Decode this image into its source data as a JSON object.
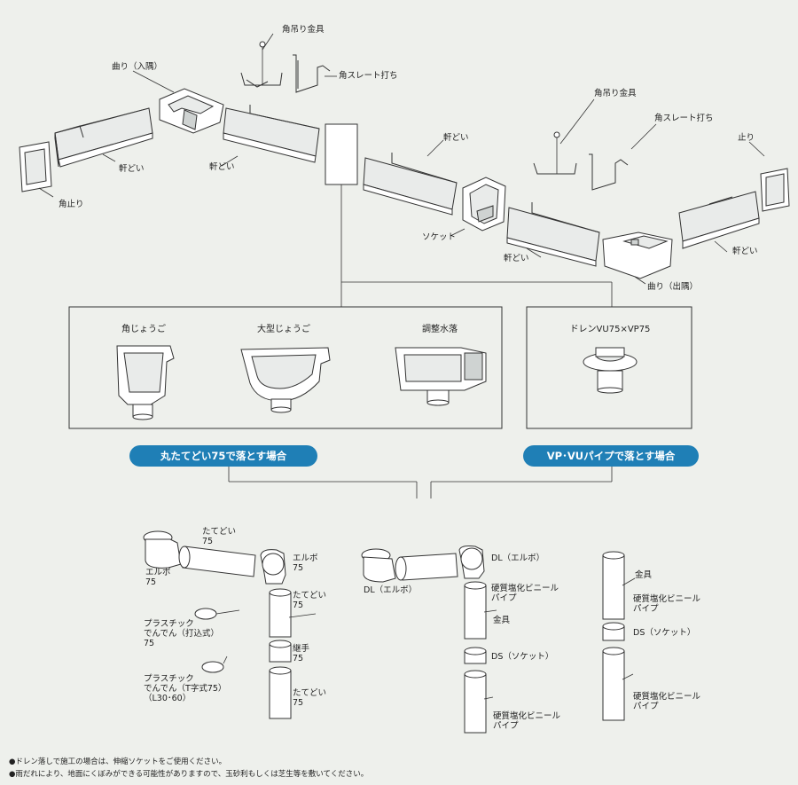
{
  "labels": {
    "kaku_tsuri_1": "角吊り金具",
    "magari_iri": "曲り（入隅）",
    "kaku_slate_1": "角スレート打ち",
    "noki_1": "軒どい",
    "noki_2": "軒どい",
    "kaku_tome": "角止り",
    "noki_3": "軒どい",
    "socket": "ソケット",
    "kaku_tsuri_2": "角吊り金具",
    "kaku_slate_2": "角スレート打ち",
    "tome": "止り",
    "noki_4": "軒どい",
    "noki_5": "軒どい",
    "magari_de": "曲り（出隅）"
  },
  "boxes": {
    "left": [
      "角じょうご",
      "大型じょうご",
      "調整水落"
    ],
    "right": [
      "ドレンVU75×VP75"
    ]
  },
  "pills": {
    "left": "丸たてどい75で落とす場合",
    "right": "VP･VUパイプで落とす場合"
  },
  "pipes_a": {
    "tatedoi_top": "たてどい\n75",
    "elbow_left": "エルボ\n75",
    "elbow_right": "エルボ\n75",
    "tatedoi_mid": "たてどい\n75",
    "denden1": "プラスチック\nでんでん（打込式）\n75",
    "tsugite": "継手\n75",
    "denden2": "プラスチック\nでんでん（T字式75）\n（L30･60）",
    "tatedoi_bot": "たてどい\n75"
  },
  "pipes_b": {
    "dl_right": "DL（エルボ）",
    "dl_left": "DL（エルボ）",
    "pvc1": "硬質塩化ビニール\nパイプ",
    "kanagu": "金具",
    "ds": "DS（ソケット）",
    "pvc2": "硬質塩化ビニール\nパイプ"
  },
  "pipes_c": {
    "kanagu": "金具",
    "pvc1": "硬質塩化ビニール\nパイプ",
    "ds": "DS（ソケット）",
    "pvc2": "硬質塩化ビニール\nパイプ"
  },
  "notes": [
    "●ドレン落しで施工の場合は、伸縮ソケットをご使用ください。",
    "●雨だれにより、地面にくぼみができる可能性がありますので、玉砂利もしくは芝生等を敷いてください。"
  ],
  "colors": {
    "pill": "#1f7fb6",
    "background": "#eef0ec"
  }
}
